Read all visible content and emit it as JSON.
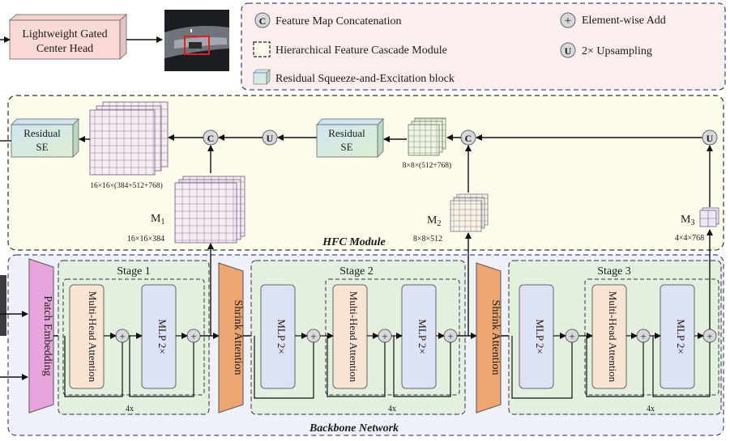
{
  "head_box": {
    "line1": "Lightweight Gated",
    "line2": "Center Head"
  },
  "legend": {
    "concat_symbol": "C",
    "concat": "Feature Map Concatenation",
    "hfc_module": "Hierarchical Feature Cascade Module",
    "rse_block": "Residual Squeeze-and-Excitation block",
    "add_symbol": "+",
    "add": "Element-wise Add",
    "up_symbol": "U",
    "up": "2× Upsampling"
  },
  "hfc": {
    "title": "HFC Module",
    "rse_left": {
      "line1": "Residual",
      "line2": "SE"
    },
    "rse_mid": {
      "line1": "Residual",
      "line2": "SE"
    },
    "fm_left_dims": "16×16×(384+512+768)",
    "fm_mid_dims": "8×8×(512+768)",
    "m1_label": "M",
    "m1_sub": "1",
    "m1_dims": "16×16×384",
    "m2_label": "M",
    "m2_sub": "2",
    "m2_dims": "8×8×512",
    "m3_label": "M",
    "m3_sub": "3",
    "m3_dims": "4×4×768"
  },
  "backbone": {
    "title": "Backbone Network",
    "patch_embedding": "Patch Embedding",
    "shrink_attention_1": "Shrink Attention",
    "shrink_attention_2": "Shrink Attention",
    "stage1": {
      "title": "Stage 1",
      "mha": "Multi-Head Attention",
      "mlp": "MLP 2×",
      "repeat": "4x"
    },
    "stage2": {
      "title": "Stage 2",
      "mlp_a": "MLP 2×",
      "mha": "Multi-Head Attention",
      "mlp_b": "MLP 2×",
      "repeat": "4x"
    },
    "stage3": {
      "title": "Stage 3",
      "mlp_a": "MLP 2×",
      "mha": "Multi-Head Attention",
      "mlp_b": "MLP 2×",
      "repeat": "4x"
    }
  },
  "colors": {
    "legend_bg": "#fbeeed",
    "legend_border": "#4a4a8a",
    "hfc_bg": "#fdfbea",
    "backbone_bg": "#eef2f8",
    "stage_bg": "#e4f0df",
    "mha_fill": "#fbe3d2",
    "mlp_fill": "#dde3f4",
    "patch_fill": "#e6a6dc",
    "shrink_fill": "#eea572",
    "head_fill": "#f9d9d4",
    "rse_fill": "#d6ecd6"
  }
}
